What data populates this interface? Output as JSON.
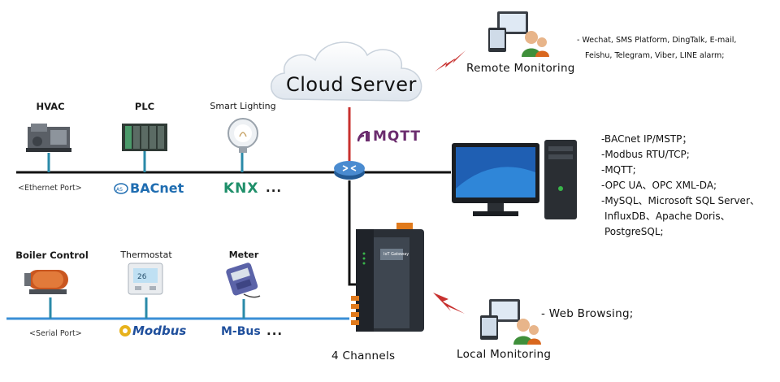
{
  "cloud": {
    "label": "Cloud Server"
  },
  "mqtt_logo": {
    "label": "MQTT",
    "color": "#6b2c6e"
  },
  "remote": {
    "title": "Remote Monitoring",
    "notes": [
      "- Wechat, SMS Platform, DingTalk, E-mail,",
      "Feishu, Telegram, Viber,  LINE alarm;"
    ]
  },
  "top_devices": [
    {
      "label": "HVAC"
    },
    {
      "label": "PLC"
    },
    {
      "label": "Smart Lighting"
    }
  ],
  "ethernet": {
    "port_label": "<Ethernet Port>",
    "protocols": [
      "BACnet",
      "KNX"
    ],
    "more": "..."
  },
  "bottom_devices": [
    {
      "label": "Boiler Control"
    },
    {
      "label": "Thermostat"
    },
    {
      "label": "Meter"
    }
  ],
  "serial": {
    "port_label": "<Serial Port>",
    "protocols": [
      "Modbus",
      "M-Bus"
    ],
    "more": "..."
  },
  "gateway": {
    "caption": "4 Channels",
    "badge": "IoT Gateway"
  },
  "server": {
    "protocols": [
      "-BACnet IP/MSTP；",
      "-Modbus RTU/TCP;",
      "-MQTT;",
      "-OPC UA、OPC XML-DA;",
      "-MySQL、Microsoft SQL Server、",
      "InfluxDB、Apache Doris、",
      "PostgreSQL;"
    ]
  },
  "local": {
    "title": "Local Monitoring",
    "note": "- Web Browsing;"
  },
  "colors": {
    "ethernet_line": "#111111",
    "serial_line": "#3a8fd6",
    "link_red": "#c8312f",
    "drop_teal": "#2a8aa8",
    "router_blue": "#2f6fb3",
    "bacnet_blue": "#1f6db1",
    "knx_green": "#1f8f6a",
    "modbus_blue": "#1f4f9c",
    "modbus_gold": "#e7b21c"
  }
}
